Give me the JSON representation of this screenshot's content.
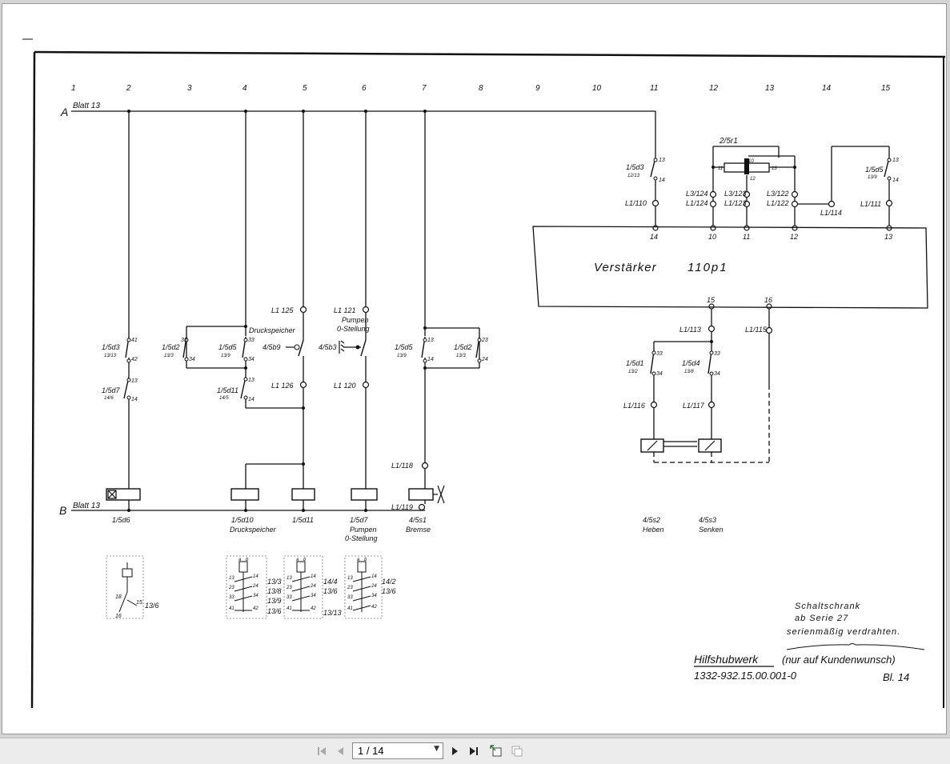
{
  "document": {
    "columns": [
      "1",
      "2",
      "3",
      "4",
      "5",
      "6",
      "7",
      "8",
      "9",
      "10",
      "11",
      "12",
      "13",
      "14",
      "15"
    ],
    "rails": {
      "a_label": "A",
      "a_ref": "Blatt 13",
      "b_label": "B",
      "b_ref": "Blatt 13"
    },
    "amplifier": {
      "title": "Verstärker",
      "code": "110p1",
      "pins_top": [
        "14",
        "10",
        "11",
        "12",
        "13"
      ],
      "pins_bottom": [
        "15",
        "16"
      ]
    },
    "resistor": {
      "label": "2/5r1",
      "t1": "11",
      "t2": "10",
      "t3": "13",
      "t4": "12"
    },
    "contacts": {
      "c2a": {
        "label": "1/5d3",
        "sub": "13/13",
        "p1": "41",
        "p2": "42"
      },
      "c2b": {
        "label": "1/5d7",
        "sub": "14/6",
        "p1": "13",
        "p2": "14"
      },
      "c3": {
        "label": "1/5d2",
        "sub": "13/3",
        "p1": "33",
        "p2": "34"
      },
      "c4a": {
        "label": "1/5d5",
        "sub": "13/9",
        "p1": "33",
        "p2": "34"
      },
      "c4b": {
        "label": "1/5d11",
        "sub": "14/5",
        "p1": "13",
        "p2": "14"
      },
      "c5": {
        "label": "4/5b9",
        "p1": "",
        "p2": ""
      },
      "c6": {
        "label": "4/5b3"
      },
      "c7a": {
        "label": "1/5d5",
        "sub": "13/9",
        "p1": "13",
        "p2": "14"
      },
      "c7b": {
        "label": "1/5d2",
        "sub": "13/3",
        "p1": "23",
        "p2": "24"
      },
      "c11": {
        "label": "1/5d3",
        "sub": "12/13",
        "p1": "13",
        "p2": "14"
      },
      "c15": {
        "label": "1/5d5",
        "sub": "13/9",
        "p1": "13",
        "p2": "14"
      },
      "h1": {
        "label": "1/5d1",
        "sub": "13/2",
        "p1": "33",
        "p2": "34"
      },
      "h2": {
        "label": "1/5d4",
        "sub": "13/8",
        "p1": "33",
        "p2": "34"
      }
    },
    "terminals": {
      "t125": "L1 125",
      "t121": "L1 121",
      "t126": "L1 126",
      "t120": "L1 120",
      "t118": "L1/118",
      "t119": "L1/119",
      "t110": "L1/110",
      "t3124": "L3/124",
      "t1124": "L1/124",
      "t3123": "L3/123",
      "t1123": "L1/123",
      "t3122": "L3/122",
      "t1122": "L1/122",
      "t114": "L1/114",
      "t111": "L1/111",
      "t113": "L1/113",
      "t115": "L1/115",
      "t116": "L1/116",
      "t117": "L1/117"
    },
    "notes": {
      "druckspeicher": "Druckspeicher",
      "pumpen": "Pumpen",
      "nullstellung": "0-Stellung"
    },
    "coils": [
      {
        "label": "1/5d6",
        "sub": ""
      },
      {
        "label": "1/5d10",
        "sub": "Druckspeicher"
      },
      {
        "label": "1/5d11",
        "sub": ""
      },
      {
        "label": "1/5d7",
        "sub": "Pumpen",
        "sub2": "0-Stellung"
      },
      {
        "label": "4/5s1",
        "sub": "Bremse"
      },
      {
        "label": "4/5s2",
        "sub": "Heben"
      },
      {
        "label": "4/5s3",
        "sub": "Senken"
      }
    ],
    "xref": {
      "r1": {
        "n1": "18",
        "n2": "15",
        "n3": "16",
        "ref": "13/6"
      },
      "r2": {
        "a": "a",
        "b": "b",
        "rows": [
          [
            "13",
            "14",
            "13/3"
          ],
          [
            "23",
            "24",
            "13/8"
          ],
          [
            "33",
            "34",
            "13/9"
          ],
          [
            "41",
            "42",
            "13/6"
          ]
        ]
      },
      "r3": {
        "a": "a",
        "b": "b",
        "rows": [
          [
            "13",
            "14",
            "14/4"
          ],
          [
            "23",
            "24",
            "13/6"
          ],
          [
            "33",
            "34",
            ""
          ],
          [
            "41",
            "42",
            "13/13"
          ]
        ]
      },
      "r4": {
        "a": "a",
        "b": "b",
        "rows": [
          [
            "13",
            "14",
            "14/2"
          ],
          [
            "23",
            "24",
            "13/6"
          ],
          [
            "33",
            "34",
            ""
          ],
          [
            "41",
            "42",
            ""
          ]
        ]
      }
    },
    "title_block": {
      "note_line1": "Schaltschrank",
      "note_line2": "ab Serie 27",
      "note_line3": "serienmäßig verdrahten.",
      "title": "Hilfshubwerk",
      "subtitle": "(nur auf Kundenwunsch)",
      "number": "1332-932.15.00.001-0",
      "sheet": "Bl. 14"
    }
  },
  "toolbar": {
    "page_indicator": "1 / 14",
    "icons": {
      "first": "first-page-icon",
      "prev": "previous-page-icon",
      "next": "next-page-icon",
      "last": "last-page-icon",
      "fit": "fit-page-icon",
      "fit_width": "fit-width-icon"
    }
  },
  "colors": {
    "ink": "#111111",
    "paper": "#ffffff",
    "viewer_bg": "#d4d4d4",
    "toolbar_bg": "#ececec"
  }
}
